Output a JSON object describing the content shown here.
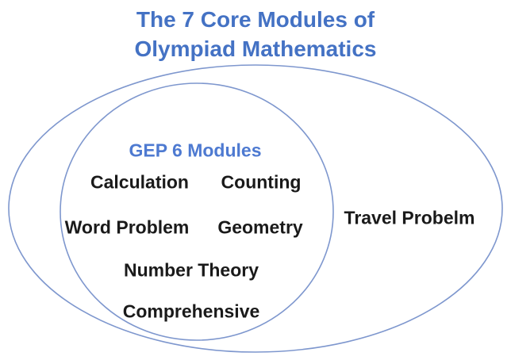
{
  "title": {
    "line1": "The 7 Core Modules of",
    "line2": "Olympiad Mathematics"
  },
  "venn": {
    "inner_set": {
      "heading": "GEP 6 Modules",
      "modules": [
        "Calculation",
        "Counting",
        "Word Problem",
        "Geometry",
        "Number Theory",
        "Comprehensive"
      ]
    },
    "outer_only_module": "Travel Probelm"
  },
  "colors": {
    "title_blue": "#4472C4",
    "heading_blue": "#4E7AD1",
    "module_text": "#1A1A1A",
    "ellipse_stroke": "#7E97CE"
  }
}
